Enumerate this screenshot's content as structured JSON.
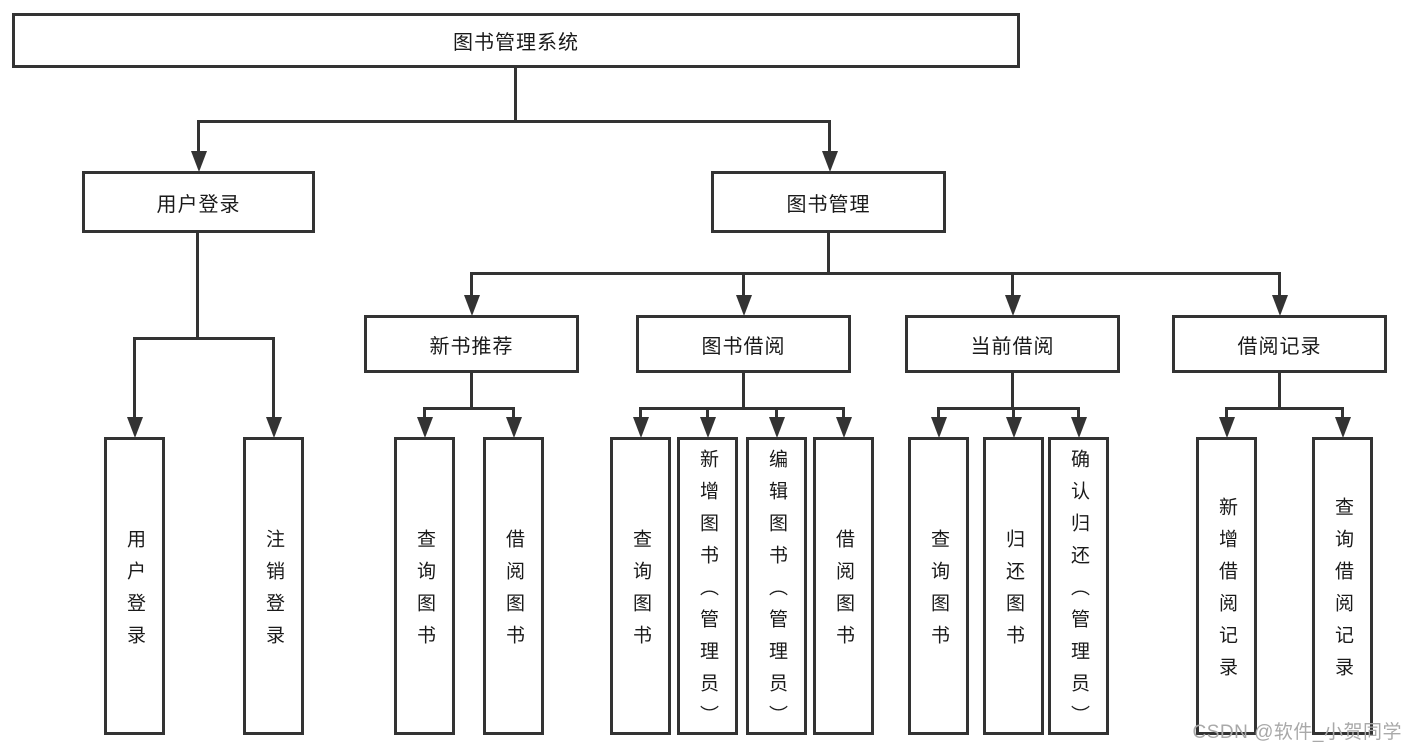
{
  "diagram": {
    "title_node": {
      "label": "图书管理系统"
    },
    "level2": [
      {
        "label": "用户登录"
      },
      {
        "label": "图书管理"
      }
    ],
    "level3": [
      {
        "label": "新书推荐"
      },
      {
        "label": "图书借阅"
      },
      {
        "label": "当前借阅"
      },
      {
        "label": "借阅记录"
      }
    ],
    "leaves": [
      {
        "label": "用户登录"
      },
      {
        "label": "注销登录"
      },
      {
        "label": "查询图书"
      },
      {
        "label": "借阅图书"
      },
      {
        "label": "查询图书"
      },
      {
        "label": "新增图书（管理员）"
      },
      {
        "label": "编辑图书（管理员）"
      },
      {
        "label": "借阅图书"
      },
      {
        "label": "查询图书"
      },
      {
        "label": "归还图书"
      },
      {
        "label": "确认归还（管理员）"
      },
      {
        "label": "新增借阅记录"
      },
      {
        "label": "查询借阅记录"
      }
    ],
    "colors": {
      "line": "#333333",
      "box_fill": "#ffffff",
      "text": "#1a1a1a",
      "watermark": "#a9a9a9"
    }
  },
  "watermark": {
    "text": "CSDN @软件_小贺同学"
  }
}
